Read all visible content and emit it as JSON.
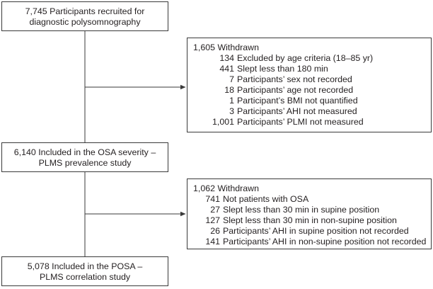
{
  "boxes": {
    "recruited": {
      "lines": [
        "7,745 Participants recruited for",
        "diagnostic polysomnography"
      ]
    },
    "osa_study": {
      "lines": [
        "6,140 Included in the OSA severity –",
        "PLMS prevalence study"
      ]
    },
    "posa_study": {
      "lines": [
        "5,078 Included in the POSA –",
        "PLMS correlation study"
      ]
    }
  },
  "withdrawn_1": {
    "title": "1,605 Withdrawn",
    "items": [
      {
        "count": "134",
        "reason": "Excluded by age criteria (18–85 yr)"
      },
      {
        "count": "441",
        "reason": "Slept less than 180 min"
      },
      {
        "count": "7",
        "reason": "Participants’ sex not recorded"
      },
      {
        "count": "18",
        "reason": "Participants’ age not recorded"
      },
      {
        "count": "1",
        "reason": "Participant’s BMI not quantified"
      },
      {
        "count": "3",
        "reason": "Participants’ AHI not measured"
      },
      {
        "count": "1,001",
        "reason": "Participants’ PLMI not measured"
      }
    ]
  },
  "withdrawn_2": {
    "title": "1,062 Withdrawn",
    "items": [
      {
        "count": "741",
        "reason": "Not patients with OSA"
      },
      {
        "count": "27",
        "reason": "Slept less than 30 min in supine position"
      },
      {
        "count": "127",
        "reason": "Slept less than 30 min in non-supine position"
      },
      {
        "count": "26",
        "reason": "Participants’ AHI in supine position not recorded"
      },
      {
        "count": "141",
        "reason": "Participants’ AHI in non-supine position not recorded"
      }
    ]
  },
  "colors": {
    "line": "#3a3a3a",
    "text": "#231f20"
  }
}
